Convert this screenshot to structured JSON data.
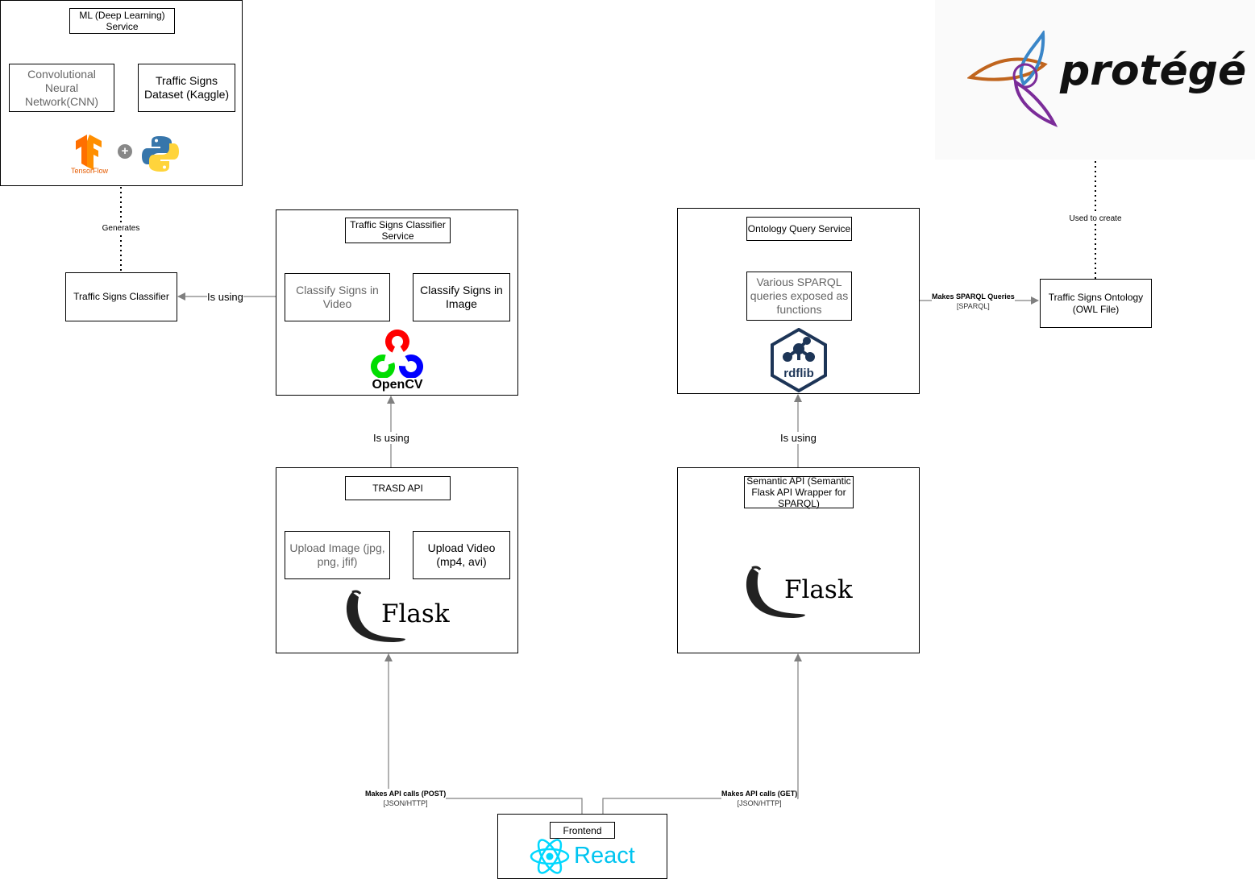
{
  "ml_service": {
    "title": "ML (Deep Learning) Service",
    "cnn": "Convolutional Neural Network(CNN)",
    "dataset": "Traffic Signs Dataset (Kaggle)",
    "tensorflow_label": "TensorFlow",
    "plus": "+"
  },
  "classifier": {
    "label": "Traffic Signs Classifier"
  },
  "classifier_service": {
    "title": "Traffic Signs Classifier Service",
    "video": "Classify Signs in Video",
    "image": "Classify Signs in Image",
    "opencv_label": "OpenCV"
  },
  "trasd_api": {
    "title": "TRASD API",
    "upload_image": "Upload Image (jpg, png, jfif)",
    "upload_video": "Upload Video (mp4, avi)",
    "flask_label": "Flask"
  },
  "ontology_service": {
    "title": "Ontology Query Service",
    "sparql": "Various SPARQL queries exposed as functions",
    "rdflib_label": "rdflib"
  },
  "semantic_api": {
    "title": "Semantic API (Semantic Flask API Wrapper for SPARQL)",
    "flask_label": "Flask"
  },
  "ontology": {
    "label": "Traffic Signs Ontology (OWL File)"
  },
  "protege": {
    "label": "protégé"
  },
  "frontend": {
    "title": "Frontend",
    "react_label": "React"
  },
  "edges": {
    "generates": "Generates",
    "is_using_classifier": "Is using",
    "is_using_trasd": "Is using",
    "is_using_semantic": "Is using",
    "used_to_create": "Used to create",
    "sparql_title": "Makes SPARQL Queries",
    "sparql_sub": "[SPARQL]",
    "post_title": "Makes API calls (POST)",
    "post_sub": "[JSON/HTTP]",
    "get_title": "Makes API calls (GET)",
    "get_sub": "[JSON/HTTP]"
  },
  "colors": {
    "arrow": "#808080",
    "tensorflow": "#FF6F00",
    "python_blue": "#3776AB",
    "python_yellow": "#FFD43B",
    "opencv_red": "#FF0000",
    "opencv_green": "#00DD00",
    "opencv_blue": "#0000FF",
    "rdflib": "#1D3557",
    "react": "#00D8FF",
    "protege_orange": "#C0651E",
    "protege_blue": "#3A86C8",
    "protege_purple": "#7B2C99"
  }
}
